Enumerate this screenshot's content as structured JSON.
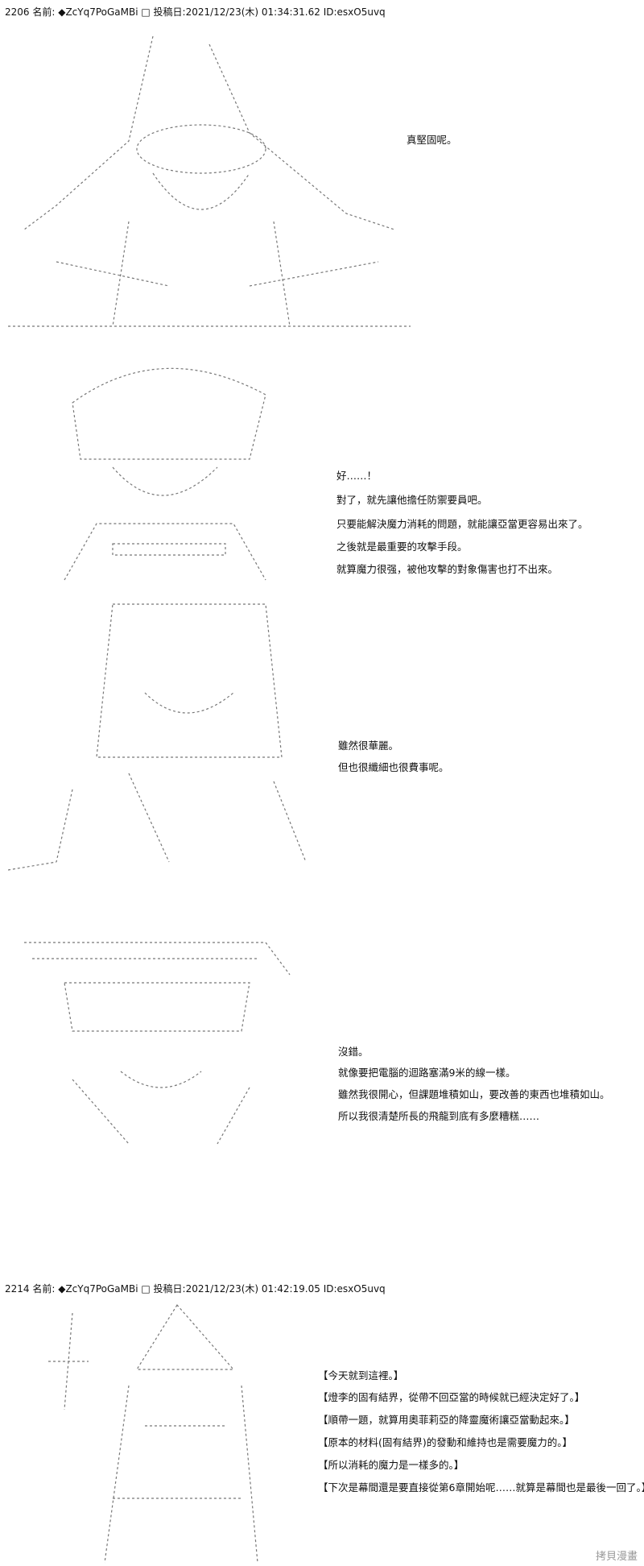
{
  "posts": [
    {
      "header": "2206 名前: ◆ZcYq7PoGaMBi □ 投稿日:2021/12/23(木) 01:34:31.62 ID:esxO5uvq"
    },
    {
      "header": "2214 名前: ◆ZcYq7PoGaMBi □ 投稿日:2021/12/23(木) 01:42:19.05 ID:esxO5uvq"
    }
  ],
  "panels": [
    {
      "lines": [
        "真堅固呢。"
      ]
    },
    {
      "lines": [
        "好……！",
        "對了，就先讓他擔任防禦要員吧。",
        "只要能解決魔力消耗的問題，就能讓亞當更容易出來了。",
        "之後就是最重要的攻擊手段。",
        "就算魔力很强，被他攻擊的對象傷害也打不出來。"
      ]
    },
    {
      "lines": [
        "雖然很華麗。",
        "但也很纖細也很費事呢。"
      ]
    },
    {
      "lines": [
        "沒錯。",
        "就像要把電腦的迴路塞滿9米的線一樣。",
        "雖然我很開心，但課題堆積如山，要改善的東西也堆積如山。",
        "所以我很清楚所長的飛龍到底有多麼糟糕……"
      ]
    },
    {
      "lines": [
        "【今天就到這裡。】",
        "【燈李的固有結界，從帶不回亞當的時候就已經決定好了。】",
        "【順帶一題，就算用奧菲莉亞的降靈魔術讓亞當動起來。】",
        "【原本的材料(固有結界)的發動和維持也是需要魔力的。】",
        "【所以消耗的魔力是一樣多的。】",
        "【下次是幕間還是要直接從第6章開始呢……就算是幕間也是最後一回了。】"
      ]
    }
  ],
  "watermark": "拷貝漫畫"
}
